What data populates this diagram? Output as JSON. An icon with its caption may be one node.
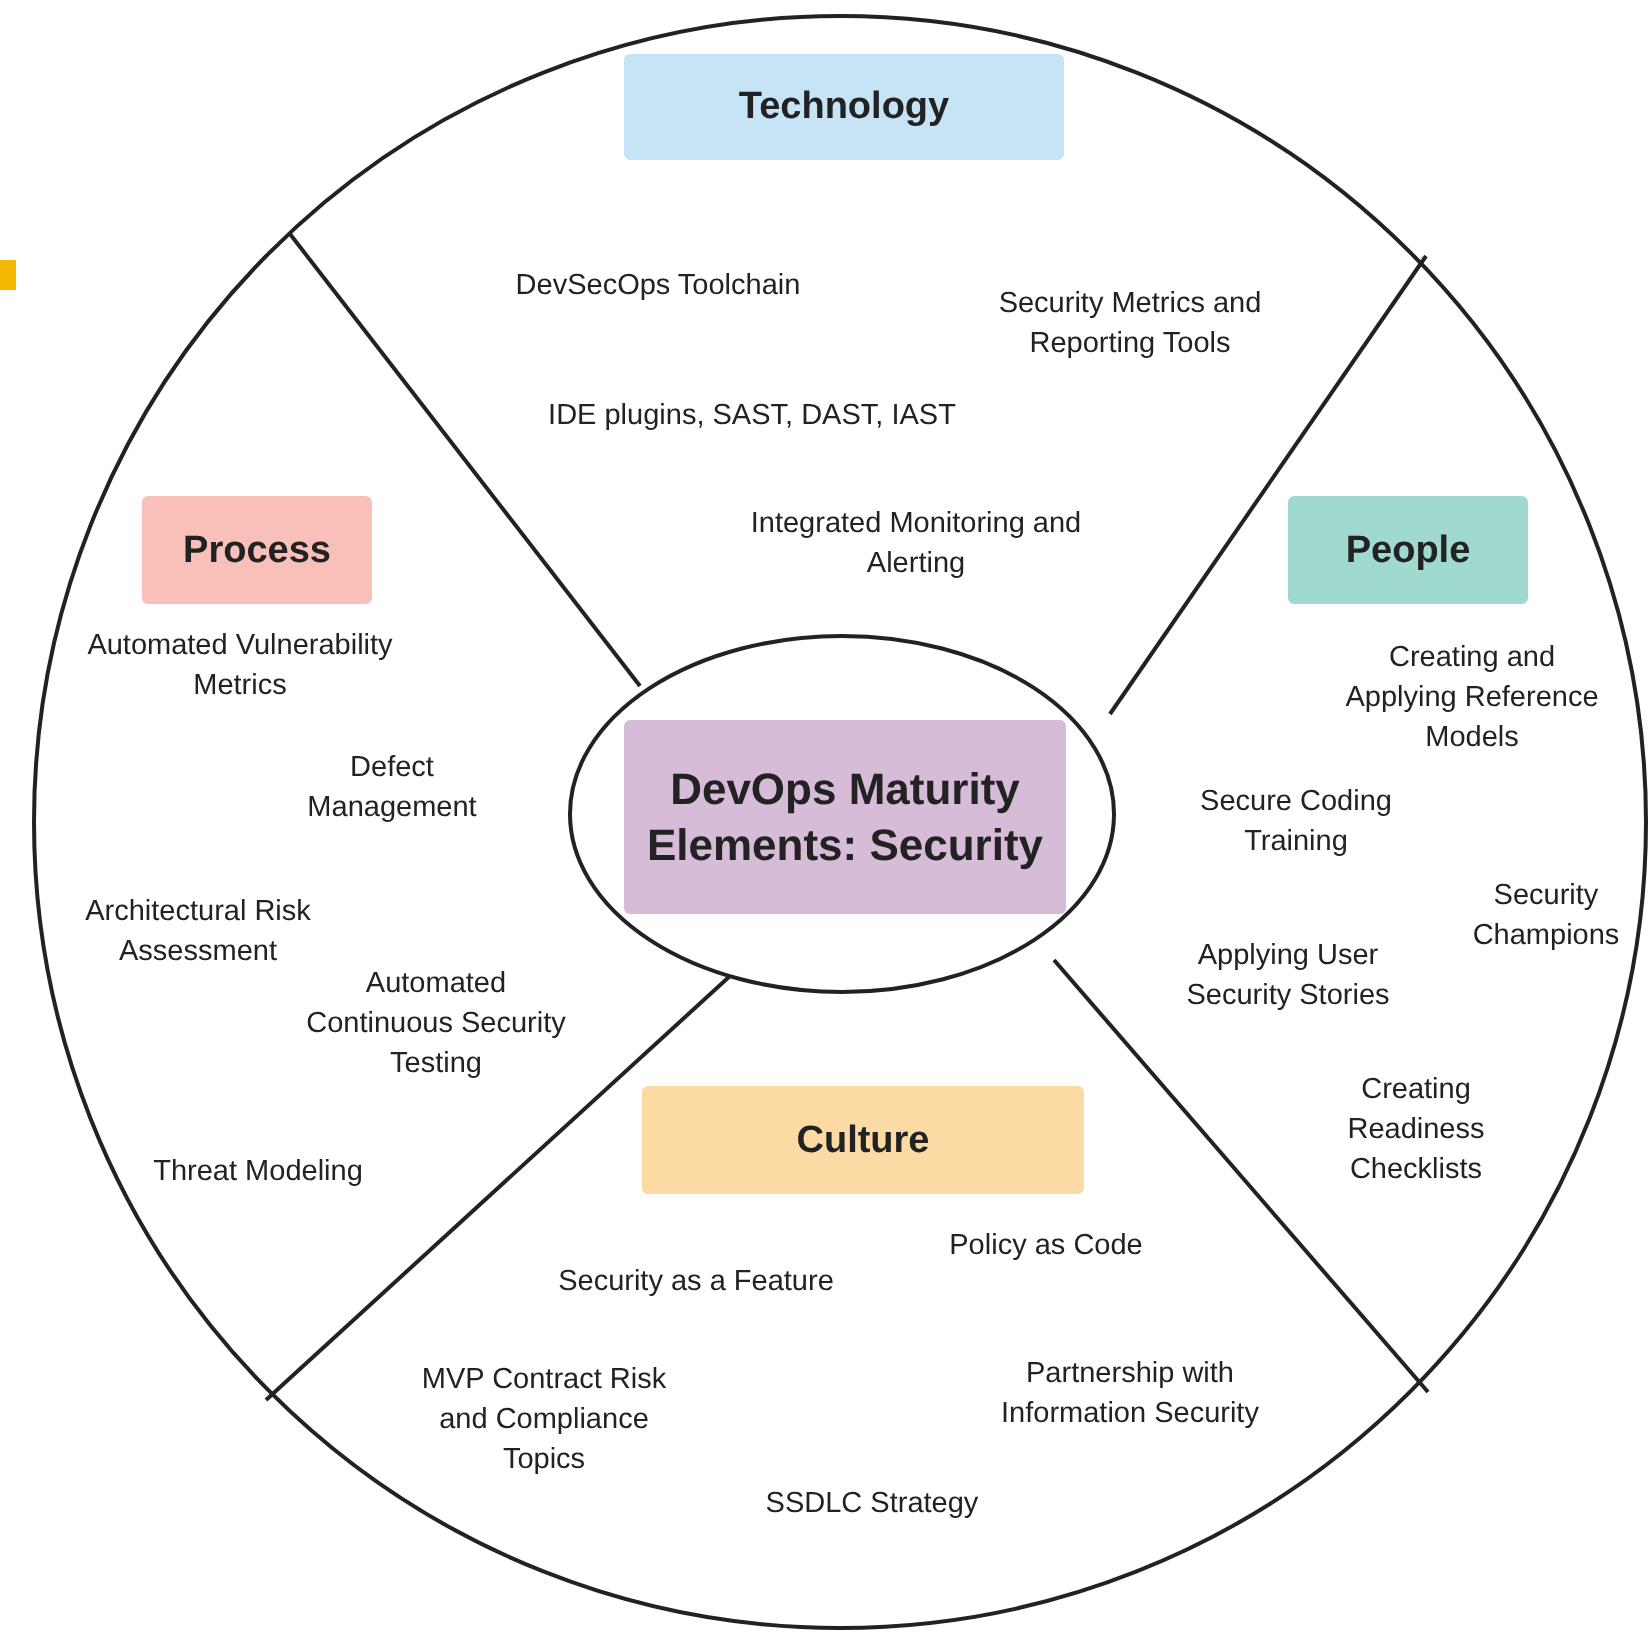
{
  "diagram": {
    "nodes": [
      {
        "text": [
          "DevOps Maturity Elements: Security"
        ]
      },
      {
        "text": [
          "Technology"
        ]
      },
      {
        "text": [
          "Process"
        ]
      },
      {
        "text": [
          "People"
        ]
      },
      {
        "text": [
          "Culture"
        ]
      }
    ],
    "labels": [
      "DevSecOps Toolchain",
      "Security Metrics and Reporting Tools",
      "IDE plugins, SAST, DAST, IAST",
      "Integrated Monitoring and Alerting",
      "Automated Vulnerability Metrics",
      "Defect Management",
      "Architectural Risk Assessment",
      "Automated Continuous Security Testing",
      "Threat Modeling",
      "Creating and Applying Reference Models",
      "Secure Coding Training",
      "Security Champions",
      "Applying User Security Stories",
      "Creating Readiness Checklists",
      "Policy as Code",
      "Security as a Feature",
      "MVP Contract Risk and Compliance Topics",
      "Partnership with Information Security",
      "SSDLC Strategy"
    ]
  }
}
